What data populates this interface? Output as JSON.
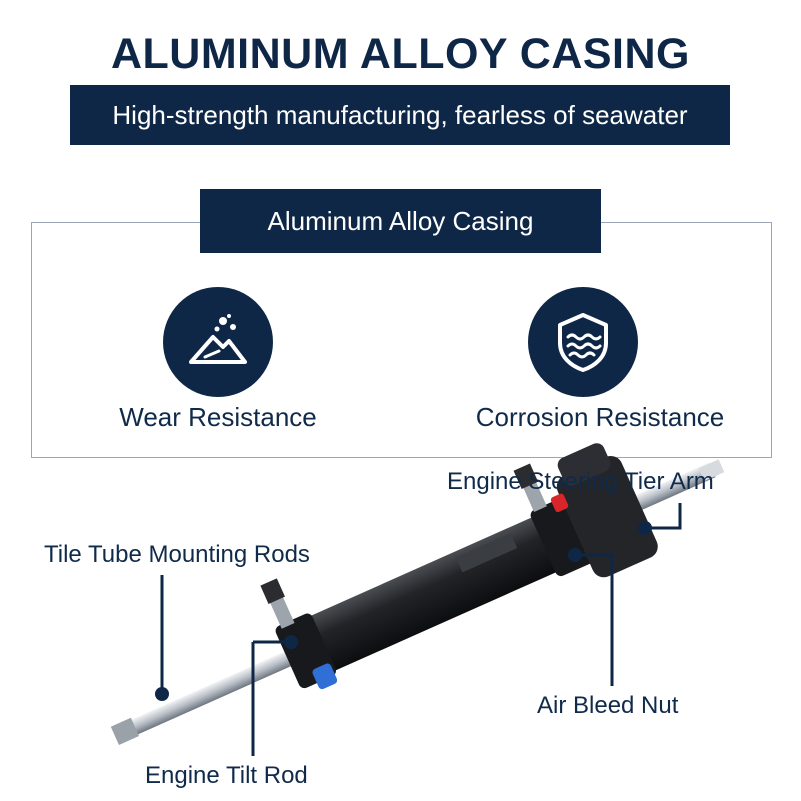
{
  "header": {
    "title": "ALUMINUM ALLOY CASING",
    "subtitle": "High-strength manufacturing, fearless of seawater"
  },
  "panel": {
    "tag": "Aluminum Alloy Casing",
    "features": [
      {
        "label": "Wear Resistance",
        "icon": "wear-icon"
      },
      {
        "label": "Corrosion Resistance",
        "icon": "shield-waves-icon"
      }
    ]
  },
  "callouts": {
    "steering_arm": "Engine Steering Tier Arm",
    "mounting_rods": "Tile Tube Mounting Rods",
    "air_bleed": "Air Bleed Nut",
    "tilt_rod": "Engine Tilt Rod"
  },
  "colors": {
    "navy": "#0f2747",
    "border": "#9aa6b4",
    "cylinder": "#1b1d20",
    "rod": "#c8ccd1",
    "accent_red": "#d8262b",
    "accent_blue": "#2f6fd6"
  }
}
